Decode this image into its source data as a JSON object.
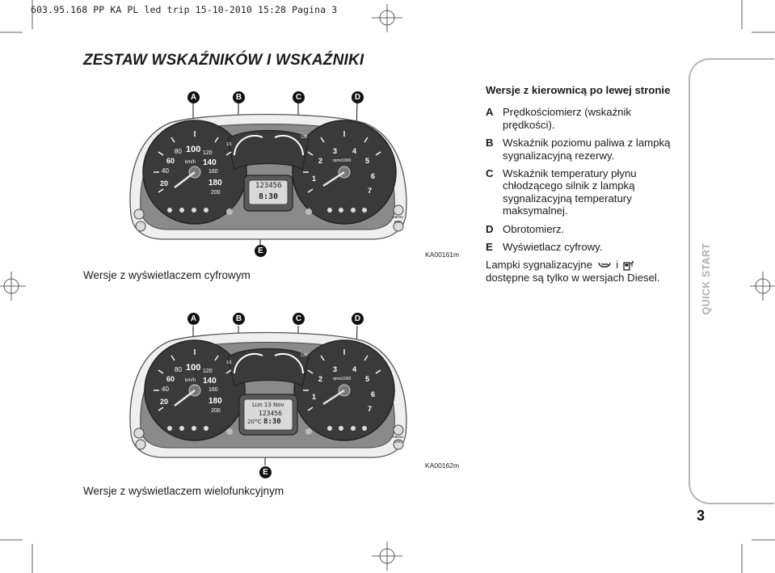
{
  "header": {
    "line": "603.95.168 PP KA PL led trip   15-10-2010   15:28   Pagina 3"
  },
  "page": {
    "title": "ZESTAW WSKAŹNIKÓW I WSKAŹNIKI",
    "number": "3",
    "side_tab": "QUICK START"
  },
  "figure1": {
    "caption": "Wersje z wyświetlaczem cyfrowym",
    "code": "KA00161m",
    "callouts": [
      "A",
      "B",
      "C",
      "D",
      "E"
    ],
    "display": {
      "odometer": "123456",
      "clock": "8:30"
    }
  },
  "figure2": {
    "caption": "Wersje z wyświetlaczem wielofunkcyjnym",
    "code": "KA00162m",
    "callouts": [
      "A",
      "B",
      "C",
      "D",
      "E"
    ],
    "display": {
      "date": "Lun 13 Nov",
      "odometer": "123456",
      "clock": "8:30",
      "temp": "20°C"
    }
  },
  "gauges": {
    "speed_ticks": [
      "20",
      "40",
      "60",
      "80",
      "100",
      "120",
      "140",
      "160",
      "180",
      "200"
    ],
    "speed_unit": "km/h",
    "rpm_ticks": [
      "1",
      "2",
      "3",
      "4",
      "5",
      "6",
      "7"
    ],
    "rpm_unit": "rpmx1000",
    "temp_tick": "130",
    "fuel_tick": "1/1",
    "button_menu": "MENU",
    "button_esc": "ESC"
  },
  "legend": {
    "heading": "Wersje z kierownicą po lewej stronie",
    "items": [
      {
        "letter": "A",
        "text": "Prędkościomierz (wskaźnik prędkości)."
      },
      {
        "letter": "B",
        "text": "Wskaźnik poziomu paliwa z lampką sygnalizacyjną rezerwy."
      },
      {
        "letter": "C",
        "text": "Wskaźnik temperatury płynu chłodzącego silnik z lampką sygnalizacyjną temperatury maksymalnej."
      },
      {
        "letter": "D",
        "text": "Obrotomierz."
      },
      {
        "letter": "E",
        "text": "Wyświetlacz cyfrowy."
      }
    ],
    "note_before": "Lampki sygnalizacyjne",
    "note_mid": "i",
    "note_after": "dostępne są tylko w wersjach Diesel."
  }
}
